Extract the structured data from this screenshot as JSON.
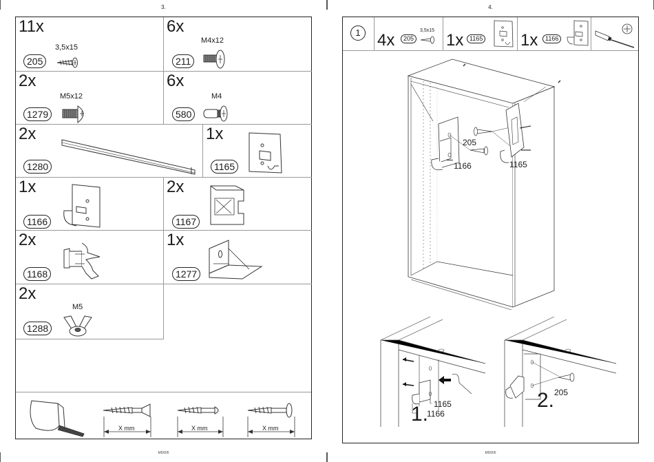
{
  "left_page": {
    "page_number": "3.",
    "footer_code": "MD605",
    "parts": [
      {
        "qty": "11x",
        "part_no": "205",
        "spec": "3,5x15",
        "icon": "wood-screw-icon"
      },
      {
        "qty": "6x",
        "part_no": "211",
        "spec": "M4x12",
        "icon": "machine-screw-icon"
      },
      {
        "qty": "2x",
        "part_no": "1279",
        "spec": "M5x12",
        "icon": "machine-screw-icon"
      },
      {
        "qty": "6x",
        "part_no": "580",
        "spec": "M4",
        "icon": "connector-bolt-icon"
      },
      {
        "qty": "2x",
        "part_no": "1280",
        "spec": "",
        "icon": "rail-icon"
      },
      {
        "qty": "1x",
        "part_no": "1165",
        "spec": "",
        "icon": "hanger-bracket-icon"
      },
      {
        "qty": "1x",
        "part_no": "1166",
        "spec": "",
        "icon": "hook-bracket-icon"
      },
      {
        "qty": "2x",
        "part_no": "1167",
        "spec": "",
        "icon": "clip-block-icon"
      },
      {
        "qty": "2x",
        "part_no": "1168",
        "spec": "",
        "icon": "clip-fastener-icon"
      },
      {
        "qty": "1x",
        "part_no": "1277",
        "spec": "",
        "icon": "angle-bracket-icon"
      },
      {
        "qty": "2x",
        "part_no": "1288",
        "spec": "M5",
        "icon": "wing-nut-icon"
      }
    ],
    "screw_guide": {
      "labels": [
        "X mm",
        "X mm",
        "X mm"
      ]
    }
  },
  "right_page": {
    "page_number": "4.",
    "footer_code": "MD605",
    "step": {
      "number": "1",
      "parts": [
        {
          "qty": "4x",
          "part_no": "205",
          "spec": "3,5x15"
        },
        {
          "qty": "1x",
          "part_no": "1165",
          "spec": ""
        },
        {
          "qty": "1x",
          "part_no": "1166",
          "spec": ""
        }
      ],
      "tool": "screwdriver-icon"
    },
    "main_callouts": {
      "screw": "205",
      "bracket_left": "1166",
      "bracket_right": "1165"
    },
    "detail_1": {
      "step_label": "1.",
      "callout_a": "1165",
      "callout_b": "1166"
    },
    "detail_2": {
      "step_label": "2.",
      "callout": "205"
    }
  }
}
